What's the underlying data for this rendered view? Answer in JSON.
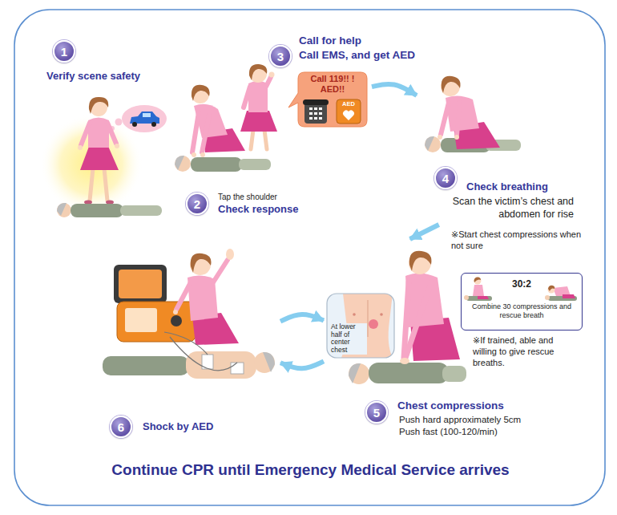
{
  "diagram": {
    "caption": "Continue CPR until Emergency Medical Service arrives",
    "nodes": [
      {
        "text": [
          "1",
          "Verify scene safety"
        ]
      },
      {
        "text": [
          "2",
          "Tap the shoulder",
          "Check response"
        ]
      },
      {
        "text": [
          "3",
          "Call for help",
          "Call EMS, and get AED"
        ]
      },
      {
        "text": [
          "Call 119!! !",
          "AED!!"
        ],
        "in": 2
      },
      {
        "text": [
          "4",
          "Check breathing",
          "Scan the victim’s chest and abdomen for rise"
        ]
      },
      {
        "text": [
          "5",
          "Chest compressions",
          "Push hard approximately 5cm",
          "Push fast (100-120/min)"
        ]
      },
      {
        "text": [
          "At lower half of center chest"
        ],
        "in": 5
      },
      {
        "text": [
          "30:2",
          "Combine 30 compressions and rescue breath"
        ],
        "in": 5
      },
      {
        "text": [
          "6",
          "Shock by AED"
        ]
      }
    ],
    "edges": [
      {
        "from": 2,
        "to": 4,
        "arrow": "to"
      },
      {
        "from": 4,
        "to": 5,
        "arrow": "to"
      },
      {
        "from": 8,
        "to": 5,
        "arrow": "to"
      },
      {
        "from": 5,
        "to": 8,
        "arrow": "to"
      }
    ],
    "labels": [
      "AED",
      "※Start chest compressions when not sure",
      "※If trained, able and willing to give rescue breaths."
    ]
  }
}
